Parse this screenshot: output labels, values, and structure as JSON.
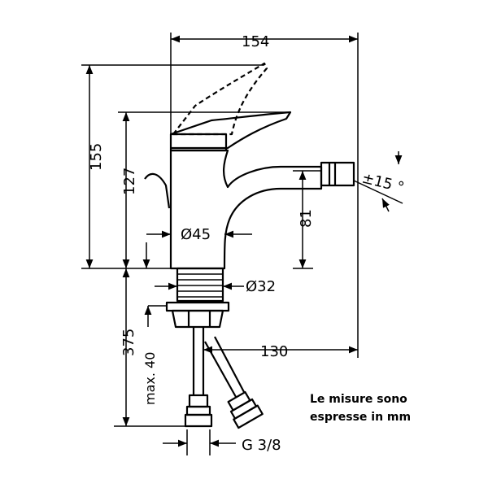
{
  "dimensions": {
    "overall_width": "154",
    "overall_height": "155",
    "body_height": "127",
    "spout_height": "81",
    "base_diameter": "Ø45",
    "shank_diameter": "Ø32",
    "below_counter_length": "375",
    "max_thickness": "max. 40",
    "spout_reach": "130",
    "swivel_angle": "±15 °",
    "connection_thread": "G 3/8"
  },
  "note": {
    "line1": "Le misure sono",
    "line2": "espresse in mm"
  },
  "colors": {
    "line": "#000000",
    "background": "#ffffff"
  }
}
